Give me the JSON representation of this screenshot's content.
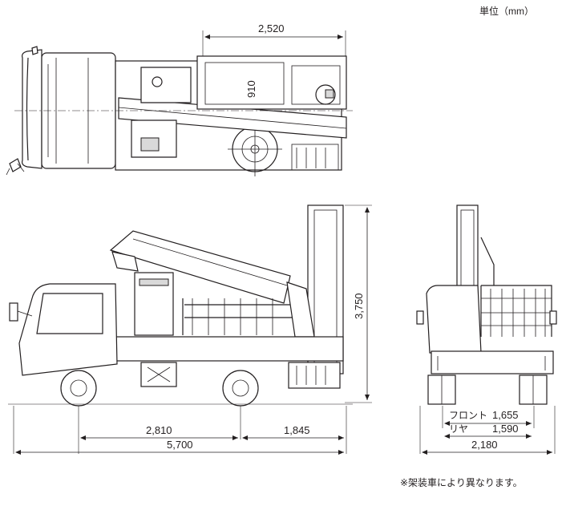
{
  "unit_label": "単位（mm）",
  "footnote": "※架装車により異なります。",
  "top_view": {
    "dim_boom_width": "2,520",
    "dim_platform_length": "910"
  },
  "side_view": {
    "dim_wheelbase": "2,810",
    "dim_rear_overhang": "1,845",
    "dim_total_length": "5,700",
    "dim_total_height": "3,750"
  },
  "rear_view": {
    "front_tread_label": "フロント",
    "front_tread_value": "1,655",
    "rear_tread_label": "リヤ",
    "rear_tread_value": "1,590",
    "dim_total_width": "2,180"
  }
}
